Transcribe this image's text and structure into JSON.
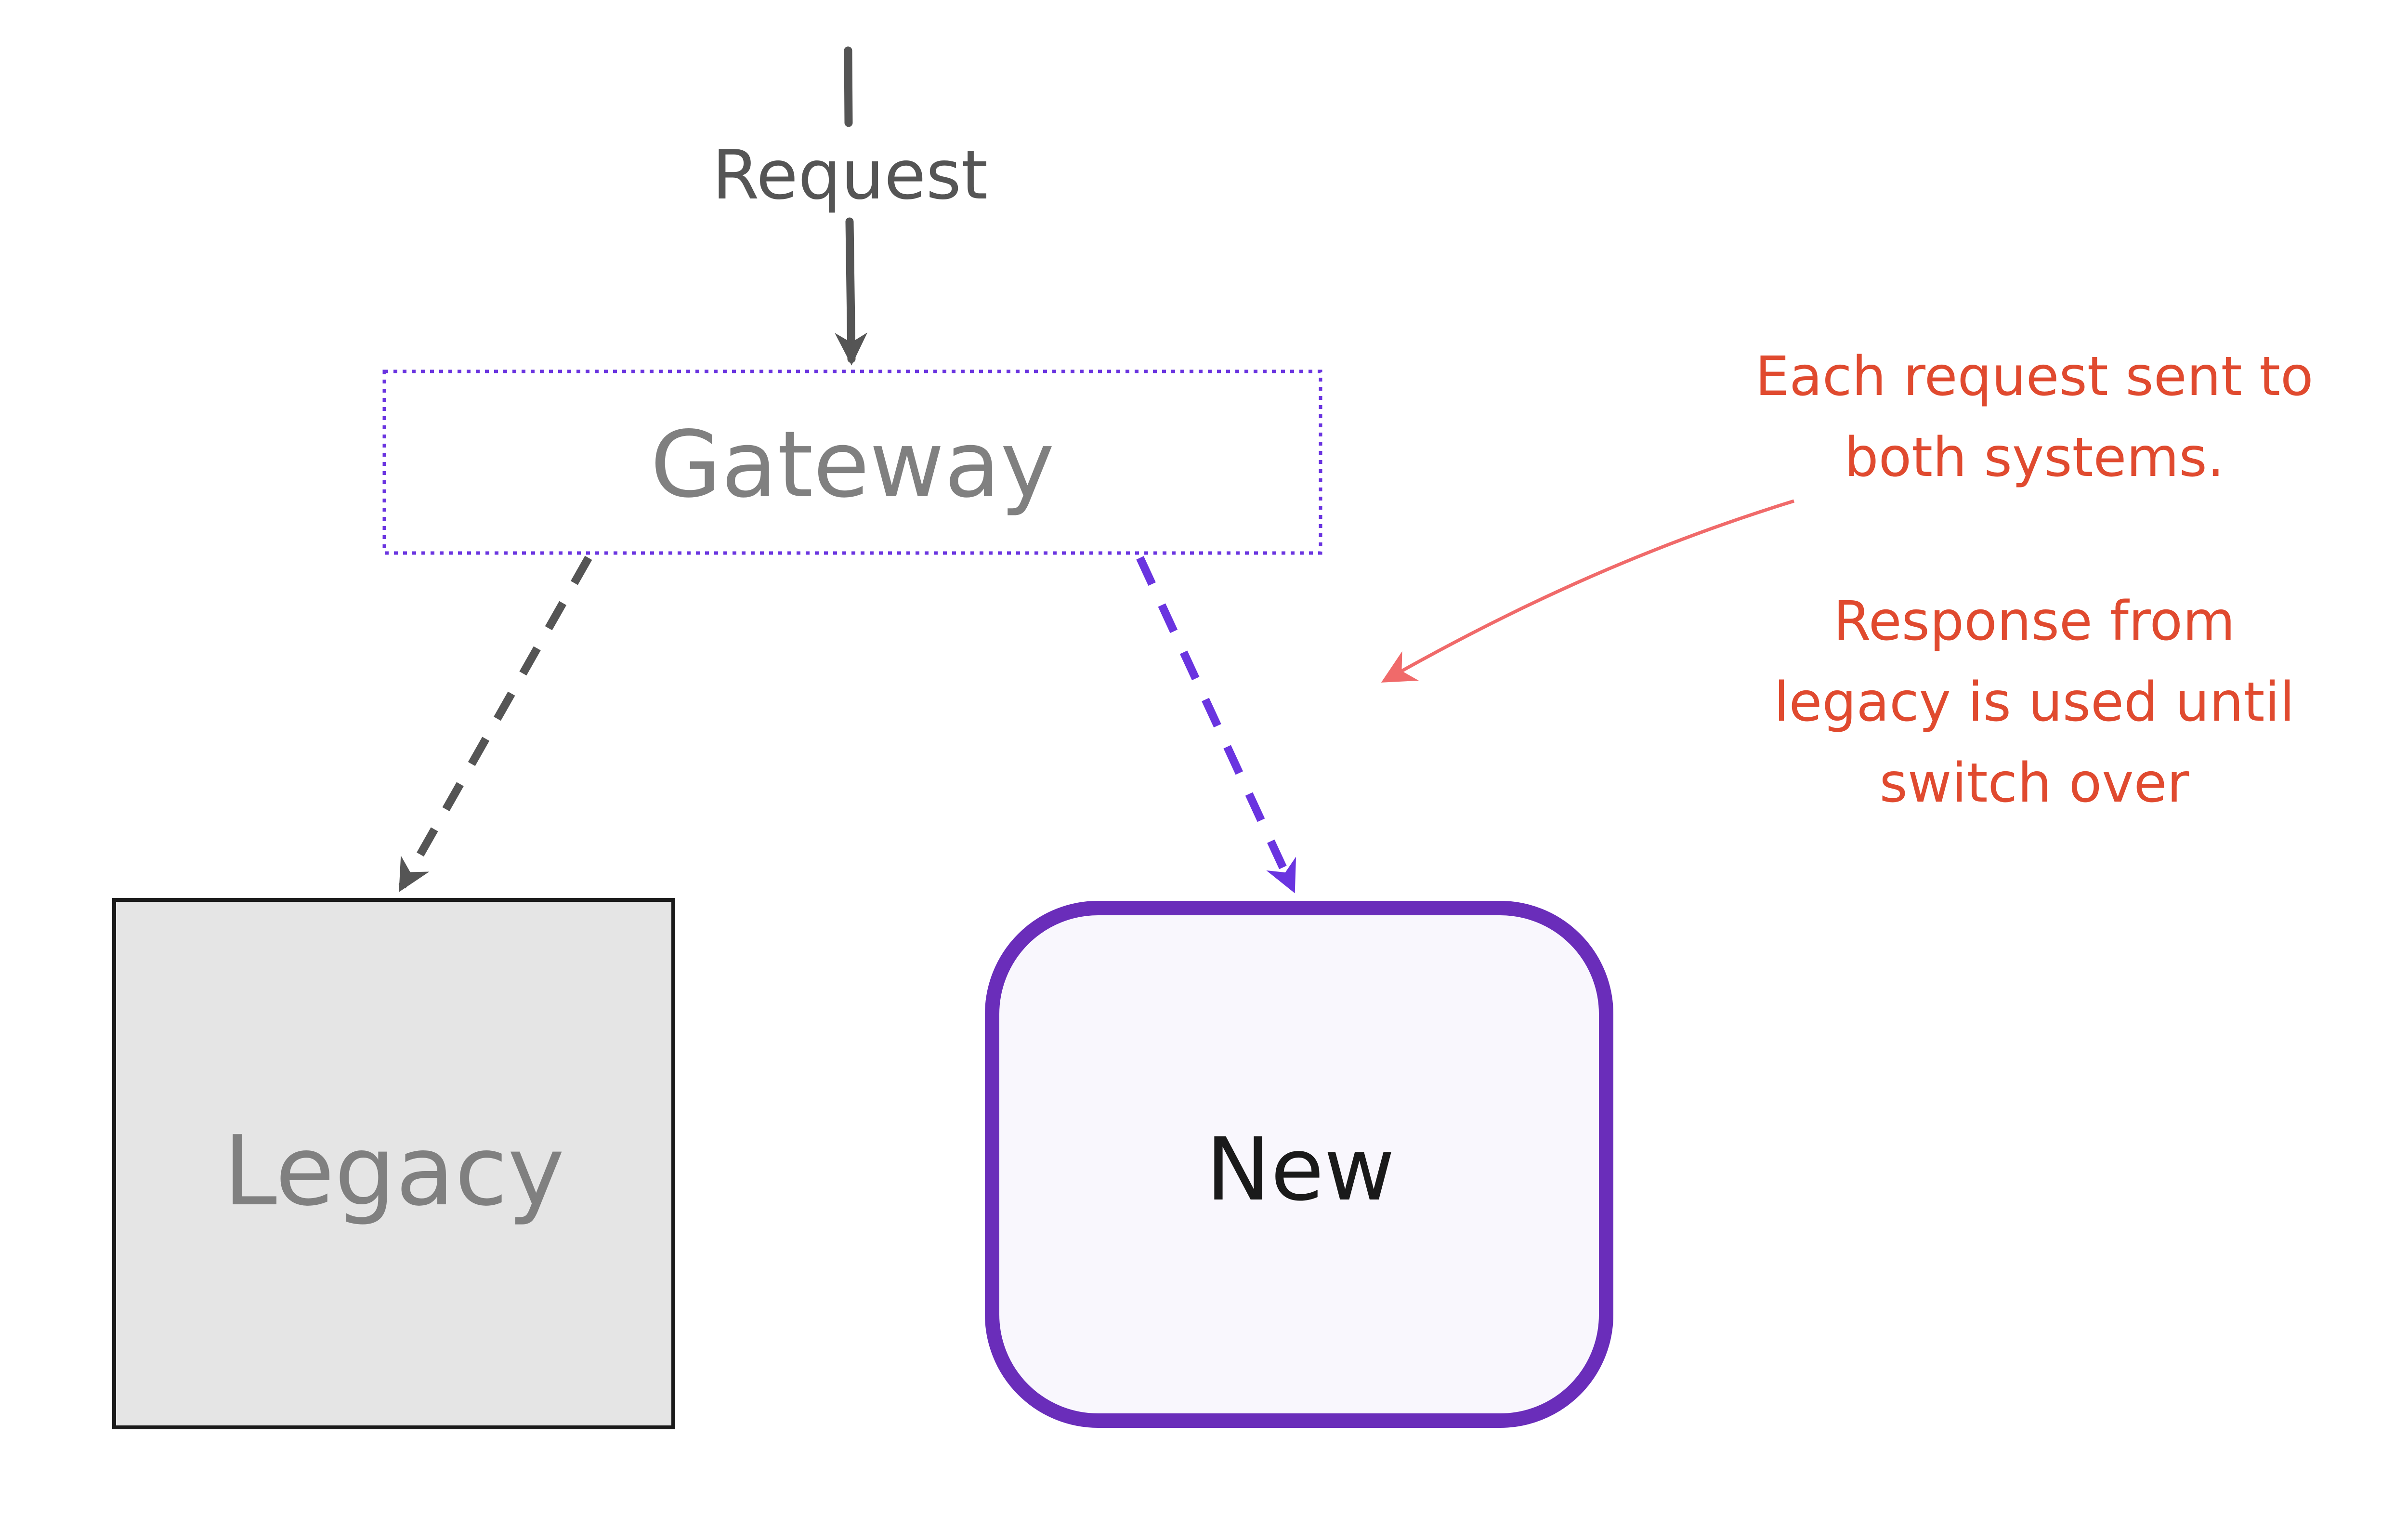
{
  "diagram": {
    "nodes": {
      "request": {
        "label": "Request"
      },
      "gateway": {
        "label": "Gateway"
      },
      "legacy": {
        "label": "Legacy"
      },
      "new": {
        "label": "New"
      }
    },
    "annotation": {
      "lines": [
        "Each request sent to",
        "both systems.",
        "",
        "Response from",
        "legacy is used until",
        "switch over"
      ]
    },
    "colors": {
      "gateway_border": "#6a34e0",
      "new_border": "#6a2dba",
      "new_fill": "#f9f7fd",
      "legacy_fill": "#e5e5e5",
      "legacy_border": "#1a1a1a",
      "edge_dark": "#555555",
      "edge_purple": "#6a34e0",
      "annotation_text": "#e04a2f",
      "annotation_arrow": "#f06a6a"
    }
  }
}
